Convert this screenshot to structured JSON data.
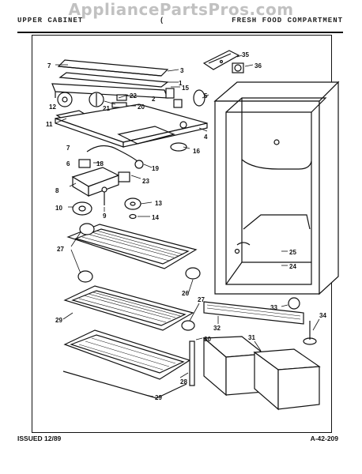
{
  "watermark": "AppliancePartsPros.com",
  "header": {
    "left": "UPPER CABINET",
    "middle": "(",
    "right": "FRESH FOOD COMPARTMENT"
  },
  "footer": {
    "issued": "ISSUED 12/89",
    "code": "A-42-209"
  },
  "callouts": {
    "c1": "1",
    "c2": "2",
    "c3": "3",
    "c4": "4",
    "c5": "5",
    "c6": "6",
    "c7a": "7",
    "c7b": "7",
    "c8": "8",
    "c9": "9",
    "c10": "10",
    "c11": "11",
    "c12": "12",
    "c13": "13",
    "c14": "14",
    "c15": "15",
    "c16": "16",
    "c18": "18",
    "c19": "19",
    "c20": "20",
    "c21": "21",
    "c22": "22",
    "c23": "23",
    "c24": "24",
    "c25": "25",
    "c26": "26",
    "c27a": "27",
    "c27b": "27",
    "c28": "28",
    "c29a": "29",
    "c29b": "29",
    "c30": "30",
    "c31": "31",
    "c32": "32",
    "c33": "33",
    "c34": "34",
    "c35": "35",
    "c36": "36"
  }
}
